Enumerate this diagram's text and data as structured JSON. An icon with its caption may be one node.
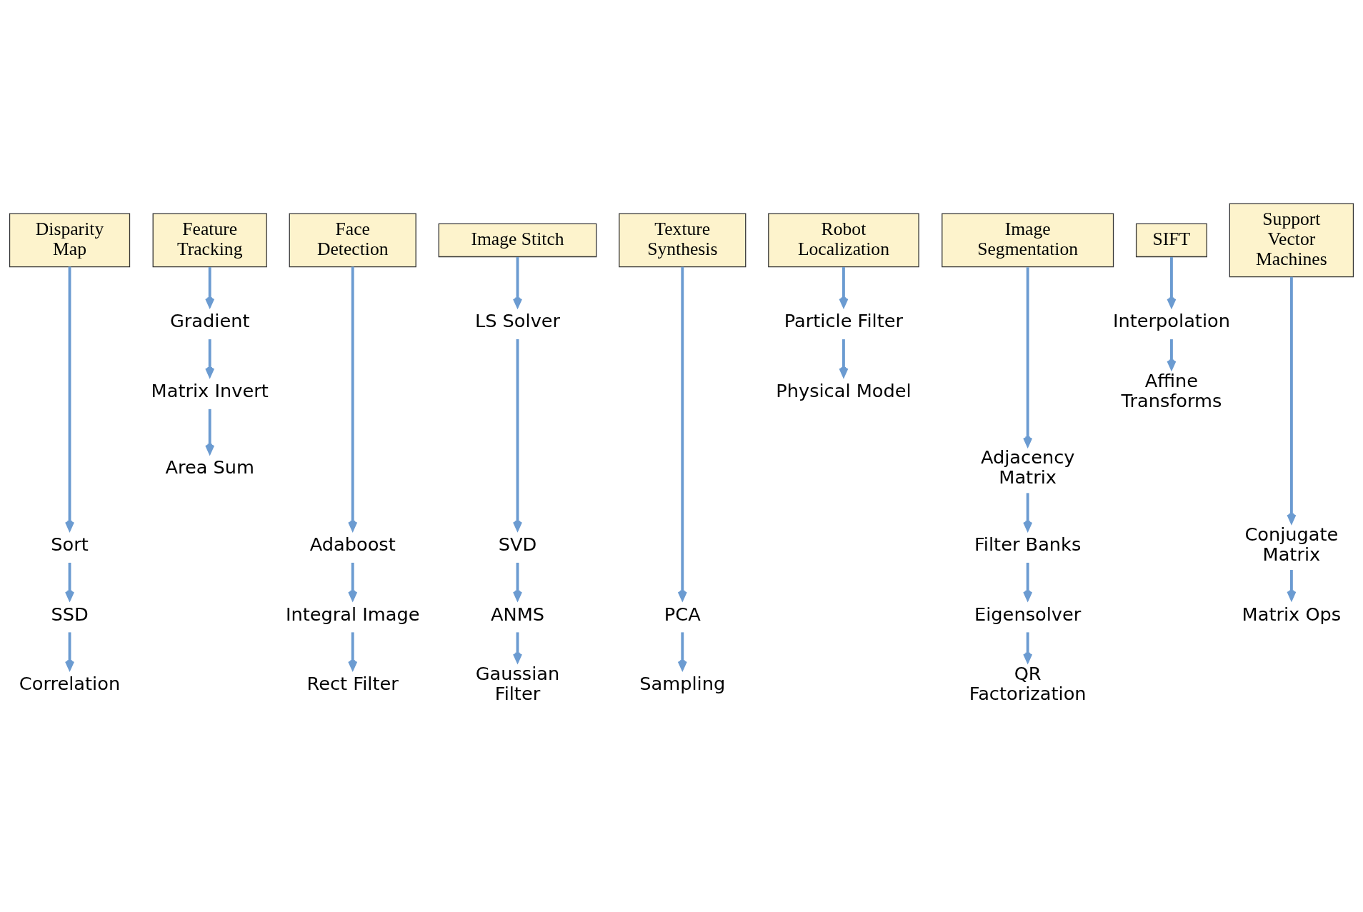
{
  "diagram": {
    "nodes": [
      {
        "text": [
          "Disparity Map"
        ]
      },
      {
        "text": [
          "Sort"
        ]
      },
      {
        "text": [
          "SSD"
        ]
      },
      {
        "text": [
          "Correlation"
        ]
      },
      {
        "text": [
          "Feature Tracking"
        ]
      },
      {
        "text": [
          "Gradient"
        ]
      },
      {
        "text": [
          "Matrix Invert"
        ]
      },
      {
        "text": [
          "Area Sum"
        ]
      },
      {
        "text": [
          "Face Detection"
        ]
      },
      {
        "text": [
          "Adaboost"
        ]
      },
      {
        "text": [
          "Integral Image"
        ]
      },
      {
        "text": [
          "Rect Filter"
        ]
      },
      {
        "text": [
          "Image Stitch"
        ]
      },
      {
        "text": [
          "LS Solver"
        ]
      },
      {
        "text": [
          "SVD"
        ]
      },
      {
        "text": [
          "ANMS"
        ]
      },
      {
        "text": [
          "Gaussian Filter"
        ]
      },
      {
        "text": [
          "Texture Synthesis"
        ]
      },
      {
        "text": [
          "PCA"
        ]
      },
      {
        "text": [
          "Sampling"
        ]
      },
      {
        "text": [
          "Robot Localization"
        ]
      },
      {
        "text": [
          "Particle Filter"
        ]
      },
      {
        "text": [
          "Physical Model"
        ]
      },
      {
        "text": [
          "Image Segmentation"
        ]
      },
      {
        "text": [
          "Adjacency Matrix"
        ]
      },
      {
        "text": [
          "Filter Banks"
        ]
      },
      {
        "text": [
          "Eigensolver"
        ]
      },
      {
        "text": [
          "QR Factorization"
        ]
      },
      {
        "text": [
          "SIFT"
        ]
      },
      {
        "text": [
          "Interpolation"
        ]
      },
      {
        "text": [
          "Affine Transforms"
        ]
      },
      {
        "text": [
          "Support Vector Machines"
        ]
      },
      {
        "text": [
          "Conjugate Matrix"
        ]
      },
      {
        "text": [
          "Matrix Ops"
        ]
      }
    ],
    "edges": [
      {
        "from": 0,
        "to": 1,
        "arrow": "to"
      },
      {
        "from": 1,
        "to": 2,
        "arrow": "to"
      },
      {
        "from": 2,
        "to": 3,
        "arrow": "to"
      },
      {
        "from": 4,
        "to": 5,
        "arrow": "to"
      },
      {
        "from": 5,
        "to": 6,
        "arrow": "to"
      },
      {
        "from": 6,
        "to": 7,
        "arrow": "to"
      },
      {
        "from": 8,
        "to": 9,
        "arrow": "to"
      },
      {
        "from": 9,
        "to": 10,
        "arrow": "to"
      },
      {
        "from": 10,
        "to": 11,
        "arrow": "to"
      },
      {
        "from": 12,
        "to": 13,
        "arrow": "to"
      },
      {
        "from": 13,
        "to": 14,
        "arrow": "to"
      },
      {
        "from": 14,
        "to": 15,
        "arrow": "to"
      },
      {
        "from": 15,
        "to": 16,
        "arrow": "to"
      },
      {
        "from": 17,
        "to": 18,
        "arrow": "to"
      },
      {
        "from": 18,
        "to": 19,
        "arrow": "to"
      },
      {
        "from": 20,
        "to": 21,
        "arrow": "to"
      },
      {
        "from": 21,
        "to": 22,
        "arrow": "to"
      },
      {
        "from": 23,
        "to": 24,
        "arrow": "to"
      },
      {
        "from": 24,
        "to": 25,
        "arrow": "to"
      },
      {
        "from": 25,
        "to": 26,
        "arrow": "to"
      },
      {
        "from": 26,
        "to": 27,
        "arrow": "to"
      },
      {
        "from": 28,
        "to": 29,
        "arrow": "to"
      },
      {
        "from": 29,
        "to": 30,
        "arrow": "to"
      },
      {
        "from": 31,
        "to": 32,
        "arrow": "to"
      },
      {
        "from": 32,
        "to": 33,
        "arrow": "to"
      }
    ]
  }
}
